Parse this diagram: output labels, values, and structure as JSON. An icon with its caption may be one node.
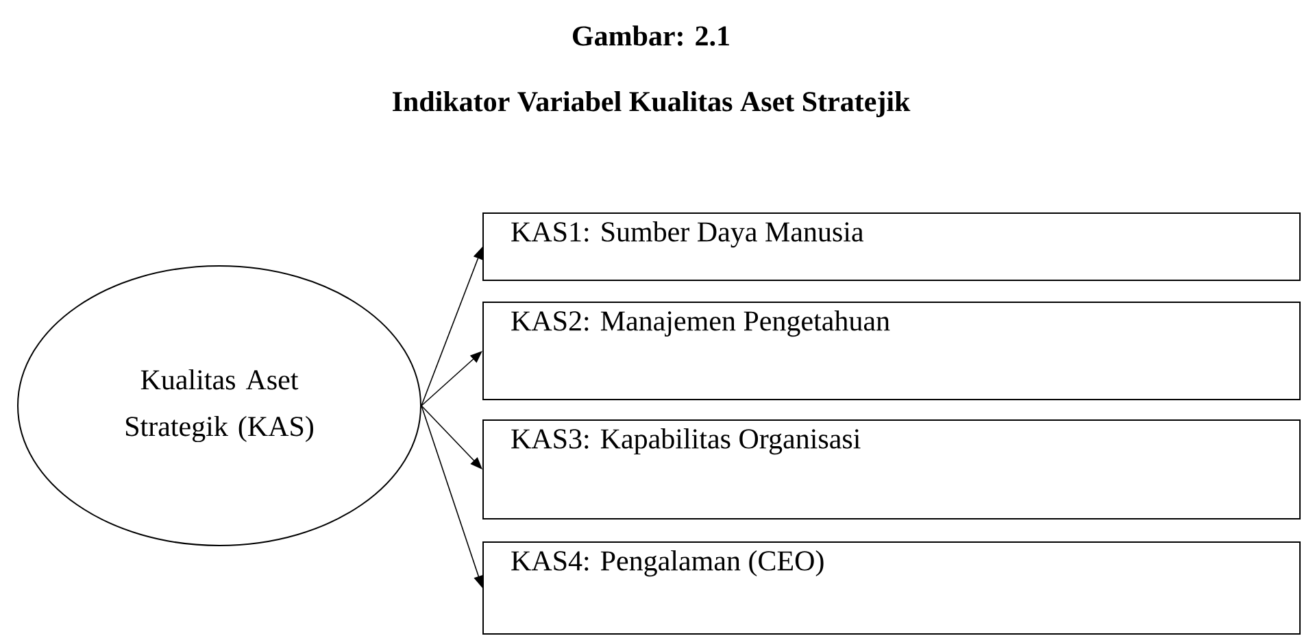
{
  "diagram": {
    "title": "Indikator Variabel Kualitas Aset Stratejik",
    "labels": [
      "Gambar:  2.1"
    ],
    "nodes": [
      {
        "text": [
          "Kualitas Aset Strategik (KAS)"
        ]
      },
      {
        "text": [
          "KAS1:  Sumber Daya Manusia"
        ]
      },
      {
        "text": [
          "KAS2:  Manajemen Pengetahuan"
        ]
      },
      {
        "text": [
          "KAS3:  Kapabilitas Organisasi"
        ]
      },
      {
        "text": [
          "KAS4:  Pengalaman (CEO)"
        ]
      }
    ],
    "edges": [
      {
        "from": 0,
        "to": 1,
        "arrow": "to"
      },
      {
        "from": 0,
        "to": 2,
        "arrow": "to"
      },
      {
        "from": 0,
        "to": 3,
        "arrow": "to"
      },
      {
        "from": 0,
        "to": 4,
        "arrow": "to"
      }
    ]
  }
}
